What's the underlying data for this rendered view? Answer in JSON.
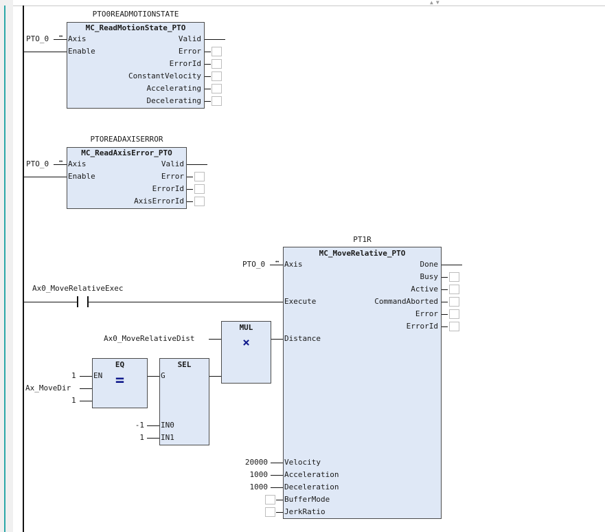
{
  "editor": {
    "scroll_arrows": "▲▼"
  },
  "rung1": {
    "instance": "PTO0READMOTIONSTATE",
    "block": "MC_ReadMotionState_PTO",
    "axis_var": "PTO_0",
    "inputs": [
      "Axis",
      "Enable"
    ],
    "outputs": [
      "Valid",
      "Error",
      "ErrorId",
      "ConstantVelocity",
      "Accelerating",
      "Decelerating"
    ]
  },
  "rung2": {
    "instance": "PTOREADAXISERROR",
    "block": "MC_ReadAxisError_PTO",
    "axis_var": "PTO_0",
    "inputs": [
      "Axis",
      "Enable"
    ],
    "outputs": [
      "Valid",
      "Error",
      "ErrorId",
      "AxisErrorId"
    ]
  },
  "rung3": {
    "instance": "PT1R",
    "block": "MC_MoveRelative_PTO",
    "axis_var": "PTO_0",
    "contact": "Ax0_MoveRelativeExec",
    "inputs": [
      "Axis",
      "Execute",
      "Distance",
      "Velocity",
      "Acceleration",
      "Deceleration",
      "BufferMode",
      "JerkRatio"
    ],
    "outputs": [
      "Done",
      "Busy",
      "Active",
      "CommandAborted",
      "Error",
      "ErrorId"
    ],
    "velocity": "20000",
    "acceleration": "1000",
    "deceleration": "1000",
    "mul": {
      "name": "MUL",
      "symbol": "×",
      "input": "Ax0_MoveRelativeDist"
    },
    "eq": {
      "name": "EQ",
      "symbol": "=",
      "en_label": "EN",
      "en_value": "1",
      "in1": "Ax_MoveDir",
      "in2": "1"
    },
    "sel": {
      "name": "SEL",
      "g": "G",
      "in0": "IN0",
      "in1": "IN1",
      "in0_value": "-1",
      "in1_value": "1"
    }
  },
  "link_icon": "↔"
}
